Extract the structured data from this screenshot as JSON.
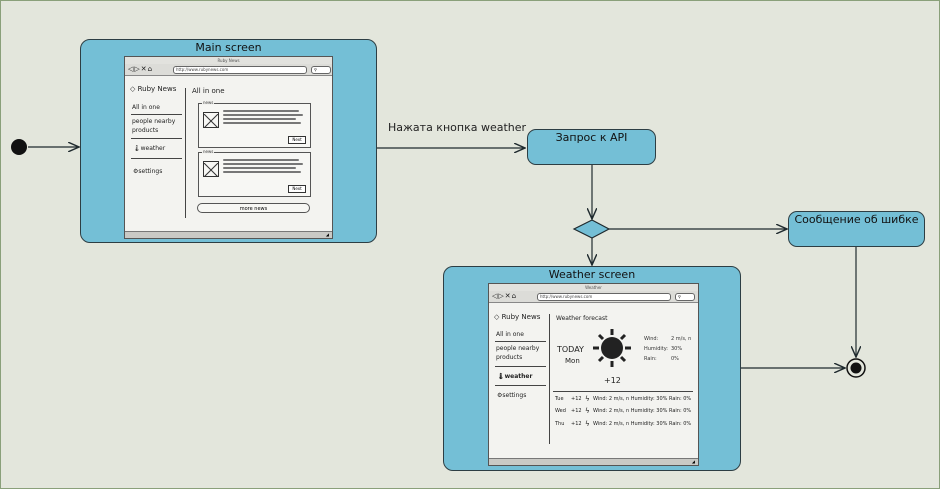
{
  "main_state": {
    "title": "Main screen",
    "browser": {
      "window_title": "Ruby News",
      "url": "http://www.rubynews.com",
      "sidebar": {
        "logo": "Ruby News",
        "items": [
          {
            "label": "All in one",
            "bold": false
          },
          {
            "label": "people nearby",
            "bold": false
          },
          {
            "label": "products",
            "bold": false
          },
          {
            "label": "weather",
            "bold": false,
            "icon": "thermometer-icon"
          },
          {
            "label": "settings",
            "bold": false,
            "icon": "gear-icon"
          }
        ]
      },
      "content": {
        "heading": "All in one",
        "cards": [
          {
            "legend": "news",
            "button": "Next"
          },
          {
            "legend": "news",
            "button": "Next"
          }
        ],
        "more_button": "more news"
      }
    }
  },
  "api_action": {
    "label": "Запрос к  API"
  },
  "error_action": {
    "label": "Сообщение об шибке"
  },
  "transition_label": "Нажата кнопка weather",
  "weather_state": {
    "title": "Weather screen",
    "browser": {
      "window_title": "Weather",
      "url": "http://www.rubynews.com",
      "sidebar": {
        "logo": "Ruby News",
        "items": [
          {
            "label": "All in one",
            "bold": false
          },
          {
            "label": "people nearby",
            "bold": false
          },
          {
            "label": "products",
            "bold": false
          },
          {
            "label": "weather",
            "bold": true,
            "icon": "thermometer-icon"
          },
          {
            "label": "settings",
            "bold": false,
            "icon": "gear-icon"
          }
        ]
      },
      "content": {
        "heading": "Weather forecast",
        "today_label": "TODAY",
        "day": "Mon",
        "temperature": "+12",
        "details": [
          {
            "key": "Wind:",
            "value": "2 m/s, n"
          },
          {
            "key": "Humidity:",
            "value": "30%"
          },
          {
            "key": "Rain:",
            "value": "0%"
          }
        ],
        "forecast": [
          {
            "day": "Tue",
            "temp": "+12",
            "summary": "Wind: 2 m/s, n  Humidity: 30%  Rain: 0%"
          },
          {
            "day": "Wed",
            "temp": "+12",
            "summary": "Wind: 2 m/s, n  Humidity: 30%  Rain: 0%"
          },
          {
            "day": "Thu",
            "temp": "+12",
            "summary": "Wind: 2 m/s, n  Humidity: 30%  Rain: 0%"
          }
        ]
      }
    }
  },
  "colors": {
    "state_fill": "#74bfd6",
    "background": "#e3e6dc",
    "line": "#1f2a2e"
  }
}
